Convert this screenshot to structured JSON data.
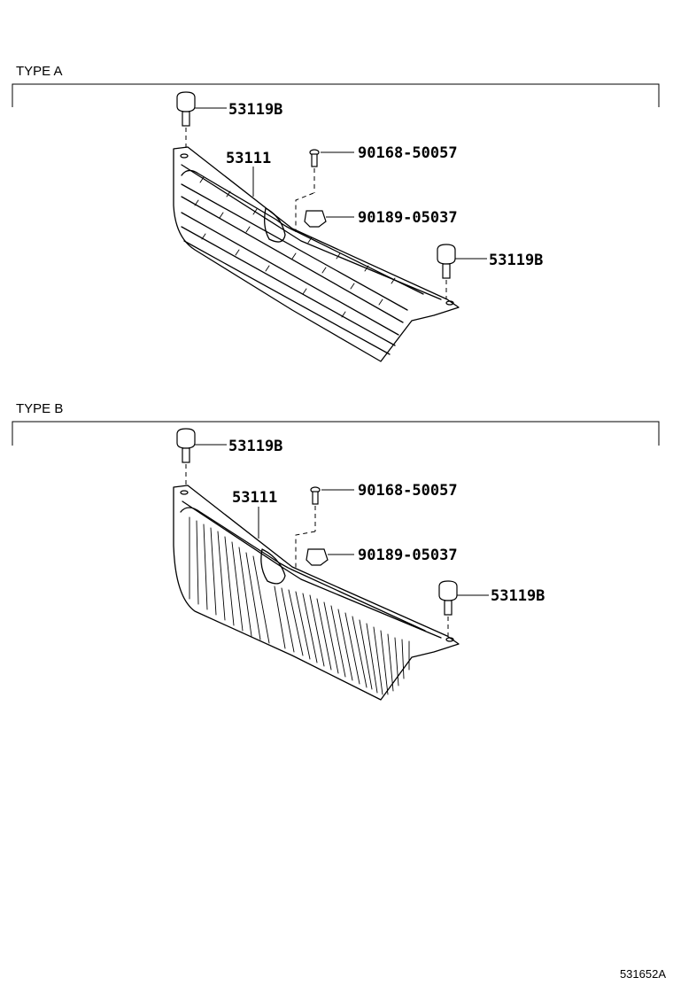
{
  "sections": [
    {
      "title": "TYPE A",
      "callouts": {
        "cap_left": "53119B",
        "grille": "53111",
        "screw": "90168-50057",
        "clip": "90189-05037",
        "cap_right": "53119B"
      }
    },
    {
      "title": "TYPE B",
      "callouts": {
        "cap_left": "53119B",
        "grille": "53111",
        "screw": "90168-50057",
        "clip": "90189-05037",
        "cap_right": "53119B"
      }
    }
  ],
  "figure_code": "531652A"
}
